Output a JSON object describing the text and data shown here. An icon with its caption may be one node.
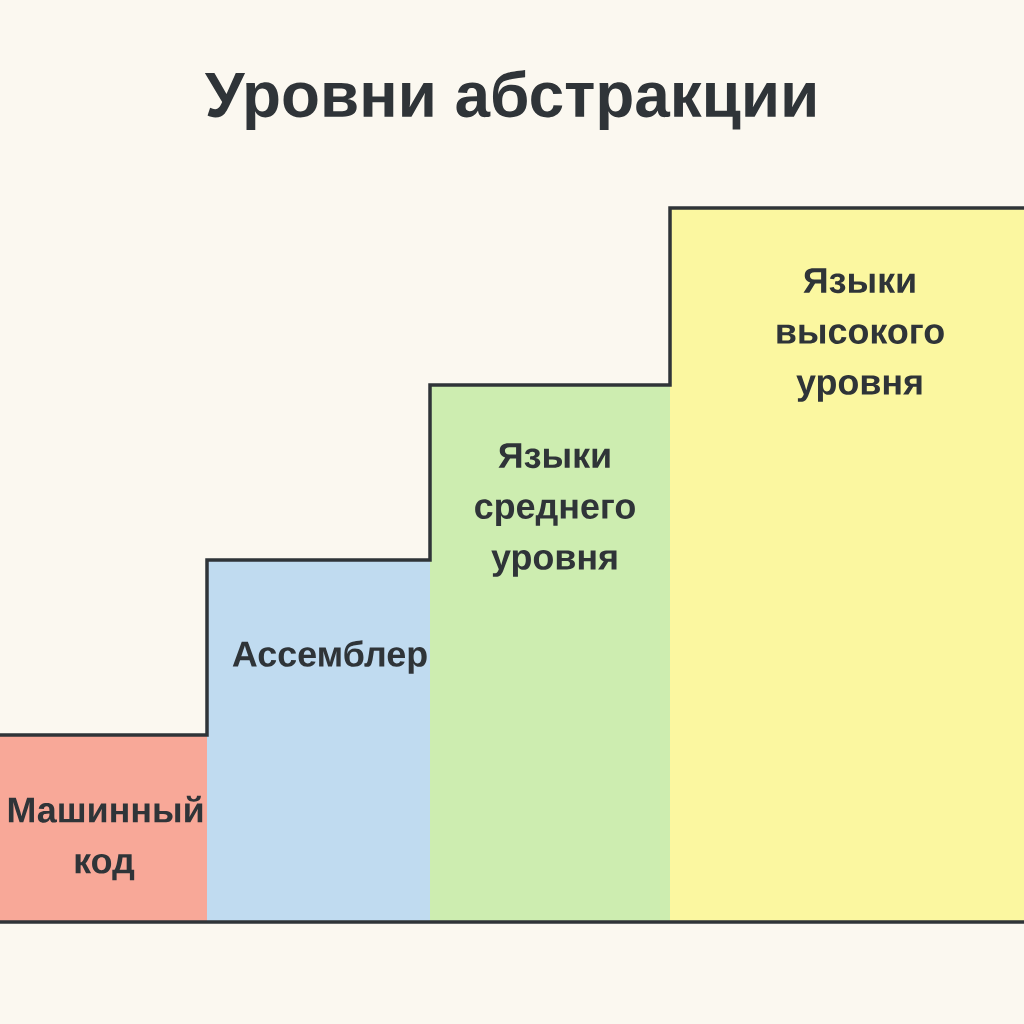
{
  "diagram": {
    "title": "Уровни абстракции",
    "nodes": [
      {
        "text": [
          "Машинный код"
        ]
      },
      {
        "text": [
          "Ассемблер"
        ]
      },
      {
        "text": [
          "Языки среднего уровня"
        ]
      },
      {
        "text": [
          "Языки высокого уровня"
        ]
      }
    ]
  }
}
